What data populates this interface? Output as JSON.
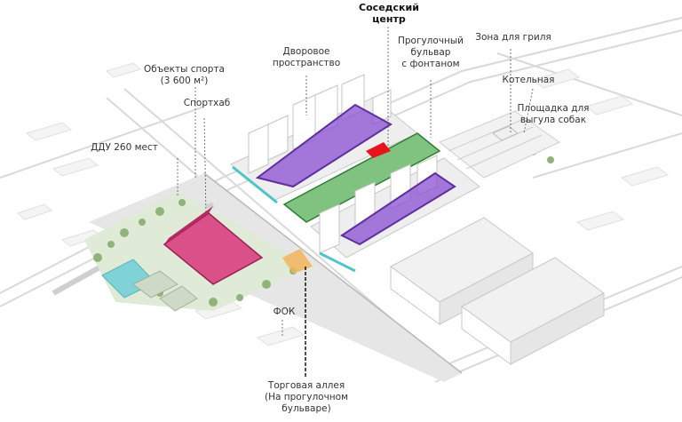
{
  "colors": {
    "residential_yard": "#8a4fd1",
    "sport_hub": "#d8367a",
    "boulevard": "#4aa84a",
    "community_center": "#e8141c",
    "water": "#7fd3d6",
    "retail": "#f3b45a"
  },
  "labels": {
    "community_center": [
      "Соседский",
      "центр"
    ],
    "yard": [
      "Дворовое",
      "пространство"
    ],
    "boulevard": [
      "Прогулочный",
      "бульвар",
      "с фонтаном"
    ],
    "grill": [
      "Зона для гриля"
    ],
    "sports_objects": [
      "Объекты спорта",
      "(3 600 м²)"
    ],
    "boiler": [
      "Котельная"
    ],
    "dog_area": [
      "Площадка для",
      "выгула собак"
    ],
    "sport_hub": [
      "Спортхаб"
    ],
    "kindergarten": [
      "ДДУ 260 мест"
    ],
    "fok": [
      "ФОК"
    ],
    "alley": [
      "Торговая аллея",
      "(На прогулочном",
      "бульваре)"
    ]
  }
}
